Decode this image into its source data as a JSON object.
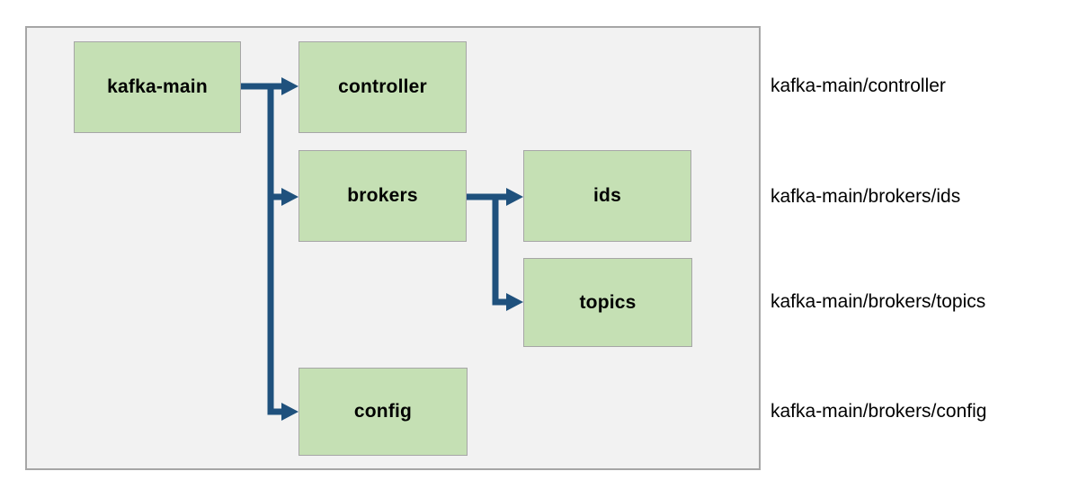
{
  "diagram": {
    "nodes": [
      {
        "id": "kafka-main",
        "label": "kafka-main"
      },
      {
        "id": "controller",
        "label": "controller"
      },
      {
        "id": "brokers",
        "label": "brokers"
      },
      {
        "id": "ids",
        "label": "ids"
      },
      {
        "id": "topics",
        "label": "topics"
      },
      {
        "id": "config",
        "label": "config"
      }
    ],
    "edges": [
      {
        "from": "kafka-main",
        "to": "controller"
      },
      {
        "from": "kafka-main",
        "to": "brokers"
      },
      {
        "from": "kafka-main",
        "to": "config"
      },
      {
        "from": "brokers",
        "to": "ids"
      },
      {
        "from": "brokers",
        "to": "topics"
      }
    ],
    "path_labels": [
      "kafka-main/controller",
      "kafka-main/brokers/ids",
      "kafka-main/brokers/topics",
      "kafka-main/brokers/config"
    ]
  },
  "colors": {
    "node-fill": "#c5e0b4",
    "node-border": "#a6a6a6",
    "panel-fill": "#f2f2f2",
    "panel-border": "#a6a6a6",
    "arrow": "#1f517d",
    "text": "#000000",
    "bg": "#ffffff"
  }
}
